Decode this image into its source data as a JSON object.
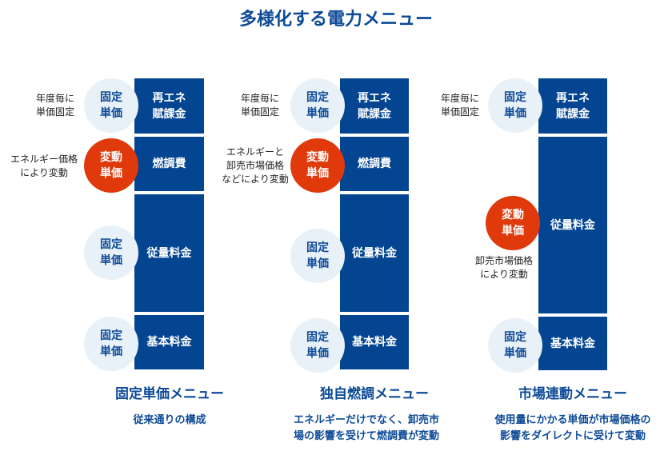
{
  "title": "多様化する電力メニュー",
  "colors": {
    "block": "#044592",
    "variable": "#e03a0c",
    "fixed_bg": "#e8f0f8",
    "accent": "#0d4a96"
  },
  "columns": [
    {
      "title": "固定単価メニュー",
      "desc": "従来通りの構成",
      "blocks": [
        "再エネ\n賦課金",
        "燃調費",
        "従量料金",
        "基本料金"
      ],
      "circles": [
        "固定\n単価",
        "変動\n単価",
        "固定\n単価",
        "固定\n単価"
      ],
      "notes": [
        "年度毎に\n単価固定",
        "エネルギー価格\nにより変動"
      ]
    },
    {
      "title": "独自燃調メニュー",
      "desc": "エネルギーだけでなく、卸売市\n場の影響を受けて燃調費が変動",
      "blocks": [
        "再エネ\n賦課金",
        "燃調費",
        "従量料金",
        "基本料金"
      ],
      "circles": [
        "固定\n単価",
        "変動\n単価",
        "固定\n単価",
        "固定\n単価"
      ],
      "notes": [
        "年度毎に\n単価固定",
        "エネルギーと\n卸売市場価格\nなどにより変動"
      ]
    },
    {
      "title": "市場連動メニュー",
      "desc": "使用量にかかる単価が市場価格の\n影響をダイレクトに受けて変動",
      "blocks": [
        "再エネ\n賦課金",
        "従量料金",
        "基本料金"
      ],
      "circles": [
        "固定\n単価",
        "変動\n単価",
        "固定\n単価"
      ],
      "notes": [
        "年度毎に\n単価固定",
        "卸売市場価格\nにより変動"
      ]
    }
  ]
}
